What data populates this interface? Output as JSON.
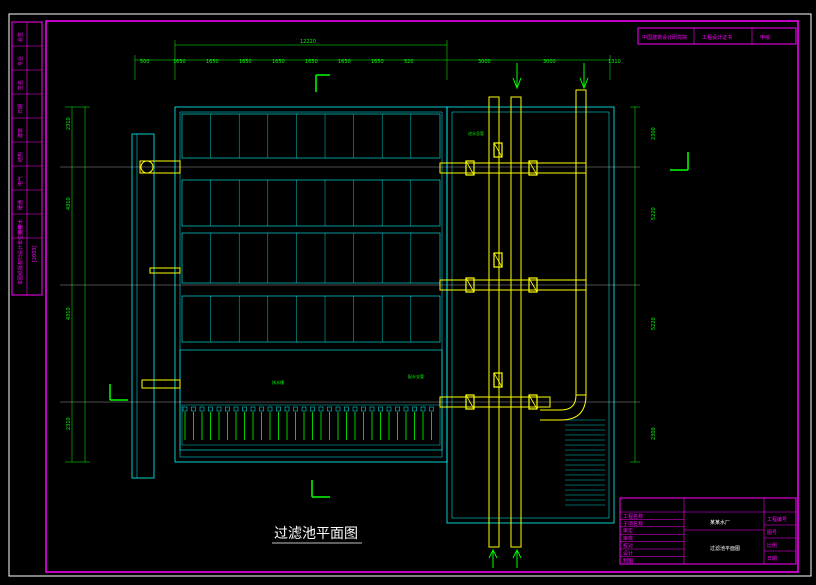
{
  "drawing": {
    "title": "过滤池平面图",
    "overall_width_dim": "12220",
    "top_dims_left": [
      "500",
      "1650",
      "1650",
      "1650",
      "1650",
      "1650",
      "1650",
      "1650",
      "520"
    ],
    "top_dims_right": [
      "3000",
      "3000",
      "1310"
    ],
    "left_dims": [
      "2310",
      "4310",
      "4310",
      "2310"
    ],
    "right_dims": [
      "2300",
      "5220",
      "5220",
      "2300"
    ],
    "notes": [
      "进水总管",
      "排水槽",
      "配水支管"
    ]
  },
  "title_block": {
    "top_right_cells": [
      "中国建筑设计研究院",
      "工程设计证书",
      "甲级"
    ],
    "project": "某某水厂",
    "drawing_name": "过滤池平面图",
    "rows": [
      "工程名称",
      "子项名称",
      "审定",
      "审核",
      "校对",
      "设计",
      "制图"
    ],
    "right_cells": [
      "工程编号",
      "图号",
      "比例",
      "日期"
    ]
  },
  "left_strip": {
    "cells": [
      "会签",
      "专业",
      "签名",
      "日期",
      "建筑",
      "结构",
      "电气",
      "暖通",
      "给排水"
    ],
    "caption": "本图纸版权归设计单位所有",
    "id_box": "[2003]"
  },
  "colors": {
    "frame": "#ff00ff",
    "structure": "#00ffff",
    "pipe": "#ffff00",
    "dimension": "#00ff00",
    "border": "#ffffff"
  }
}
